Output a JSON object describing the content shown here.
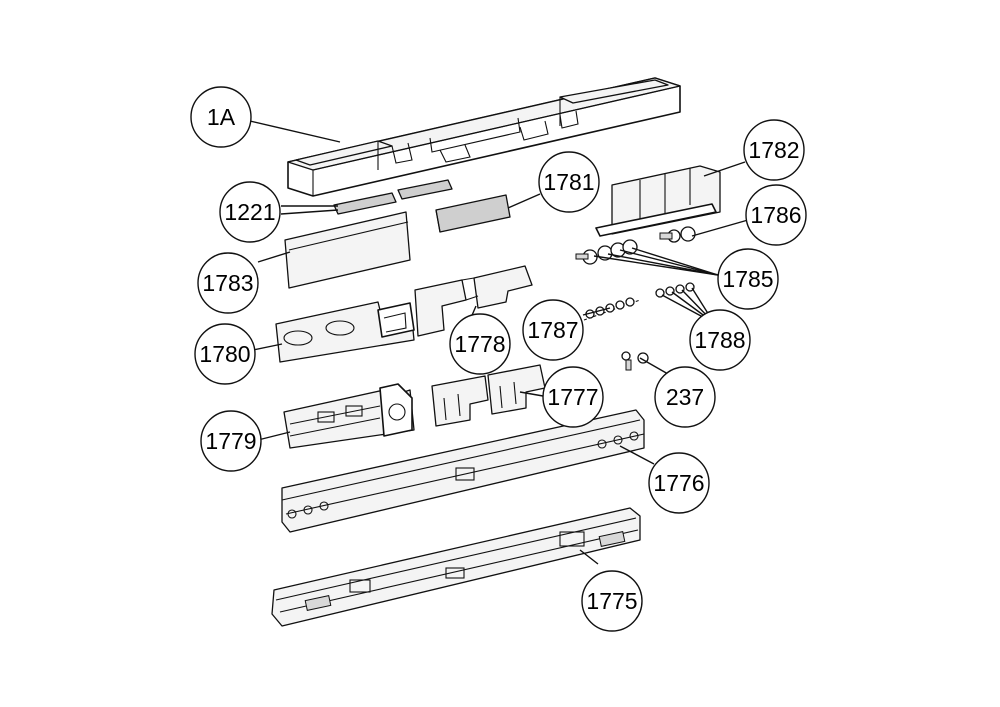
{
  "callouts": [
    {
      "id": "1A",
      "label": "1A"
    },
    {
      "id": "1221",
      "label": "1221"
    },
    {
      "id": "1781",
      "label": "1781"
    },
    {
      "id": "1782",
      "label": "1782"
    },
    {
      "id": "1786",
      "label": "1786"
    },
    {
      "id": "1783",
      "label": "1783"
    },
    {
      "id": "1785",
      "label": "1785"
    },
    {
      "id": "1787",
      "label": "1787"
    },
    {
      "id": "1788",
      "label": "1788"
    },
    {
      "id": "1780",
      "label": "1780"
    },
    {
      "id": "1778",
      "label": "1778"
    },
    {
      "id": "237",
      "label": "237"
    },
    {
      "id": "1777",
      "label": "1777"
    },
    {
      "id": "1779",
      "label": "1779"
    },
    {
      "id": "1776",
      "label": "1776"
    },
    {
      "id": "1775",
      "label": "1775"
    }
  ]
}
